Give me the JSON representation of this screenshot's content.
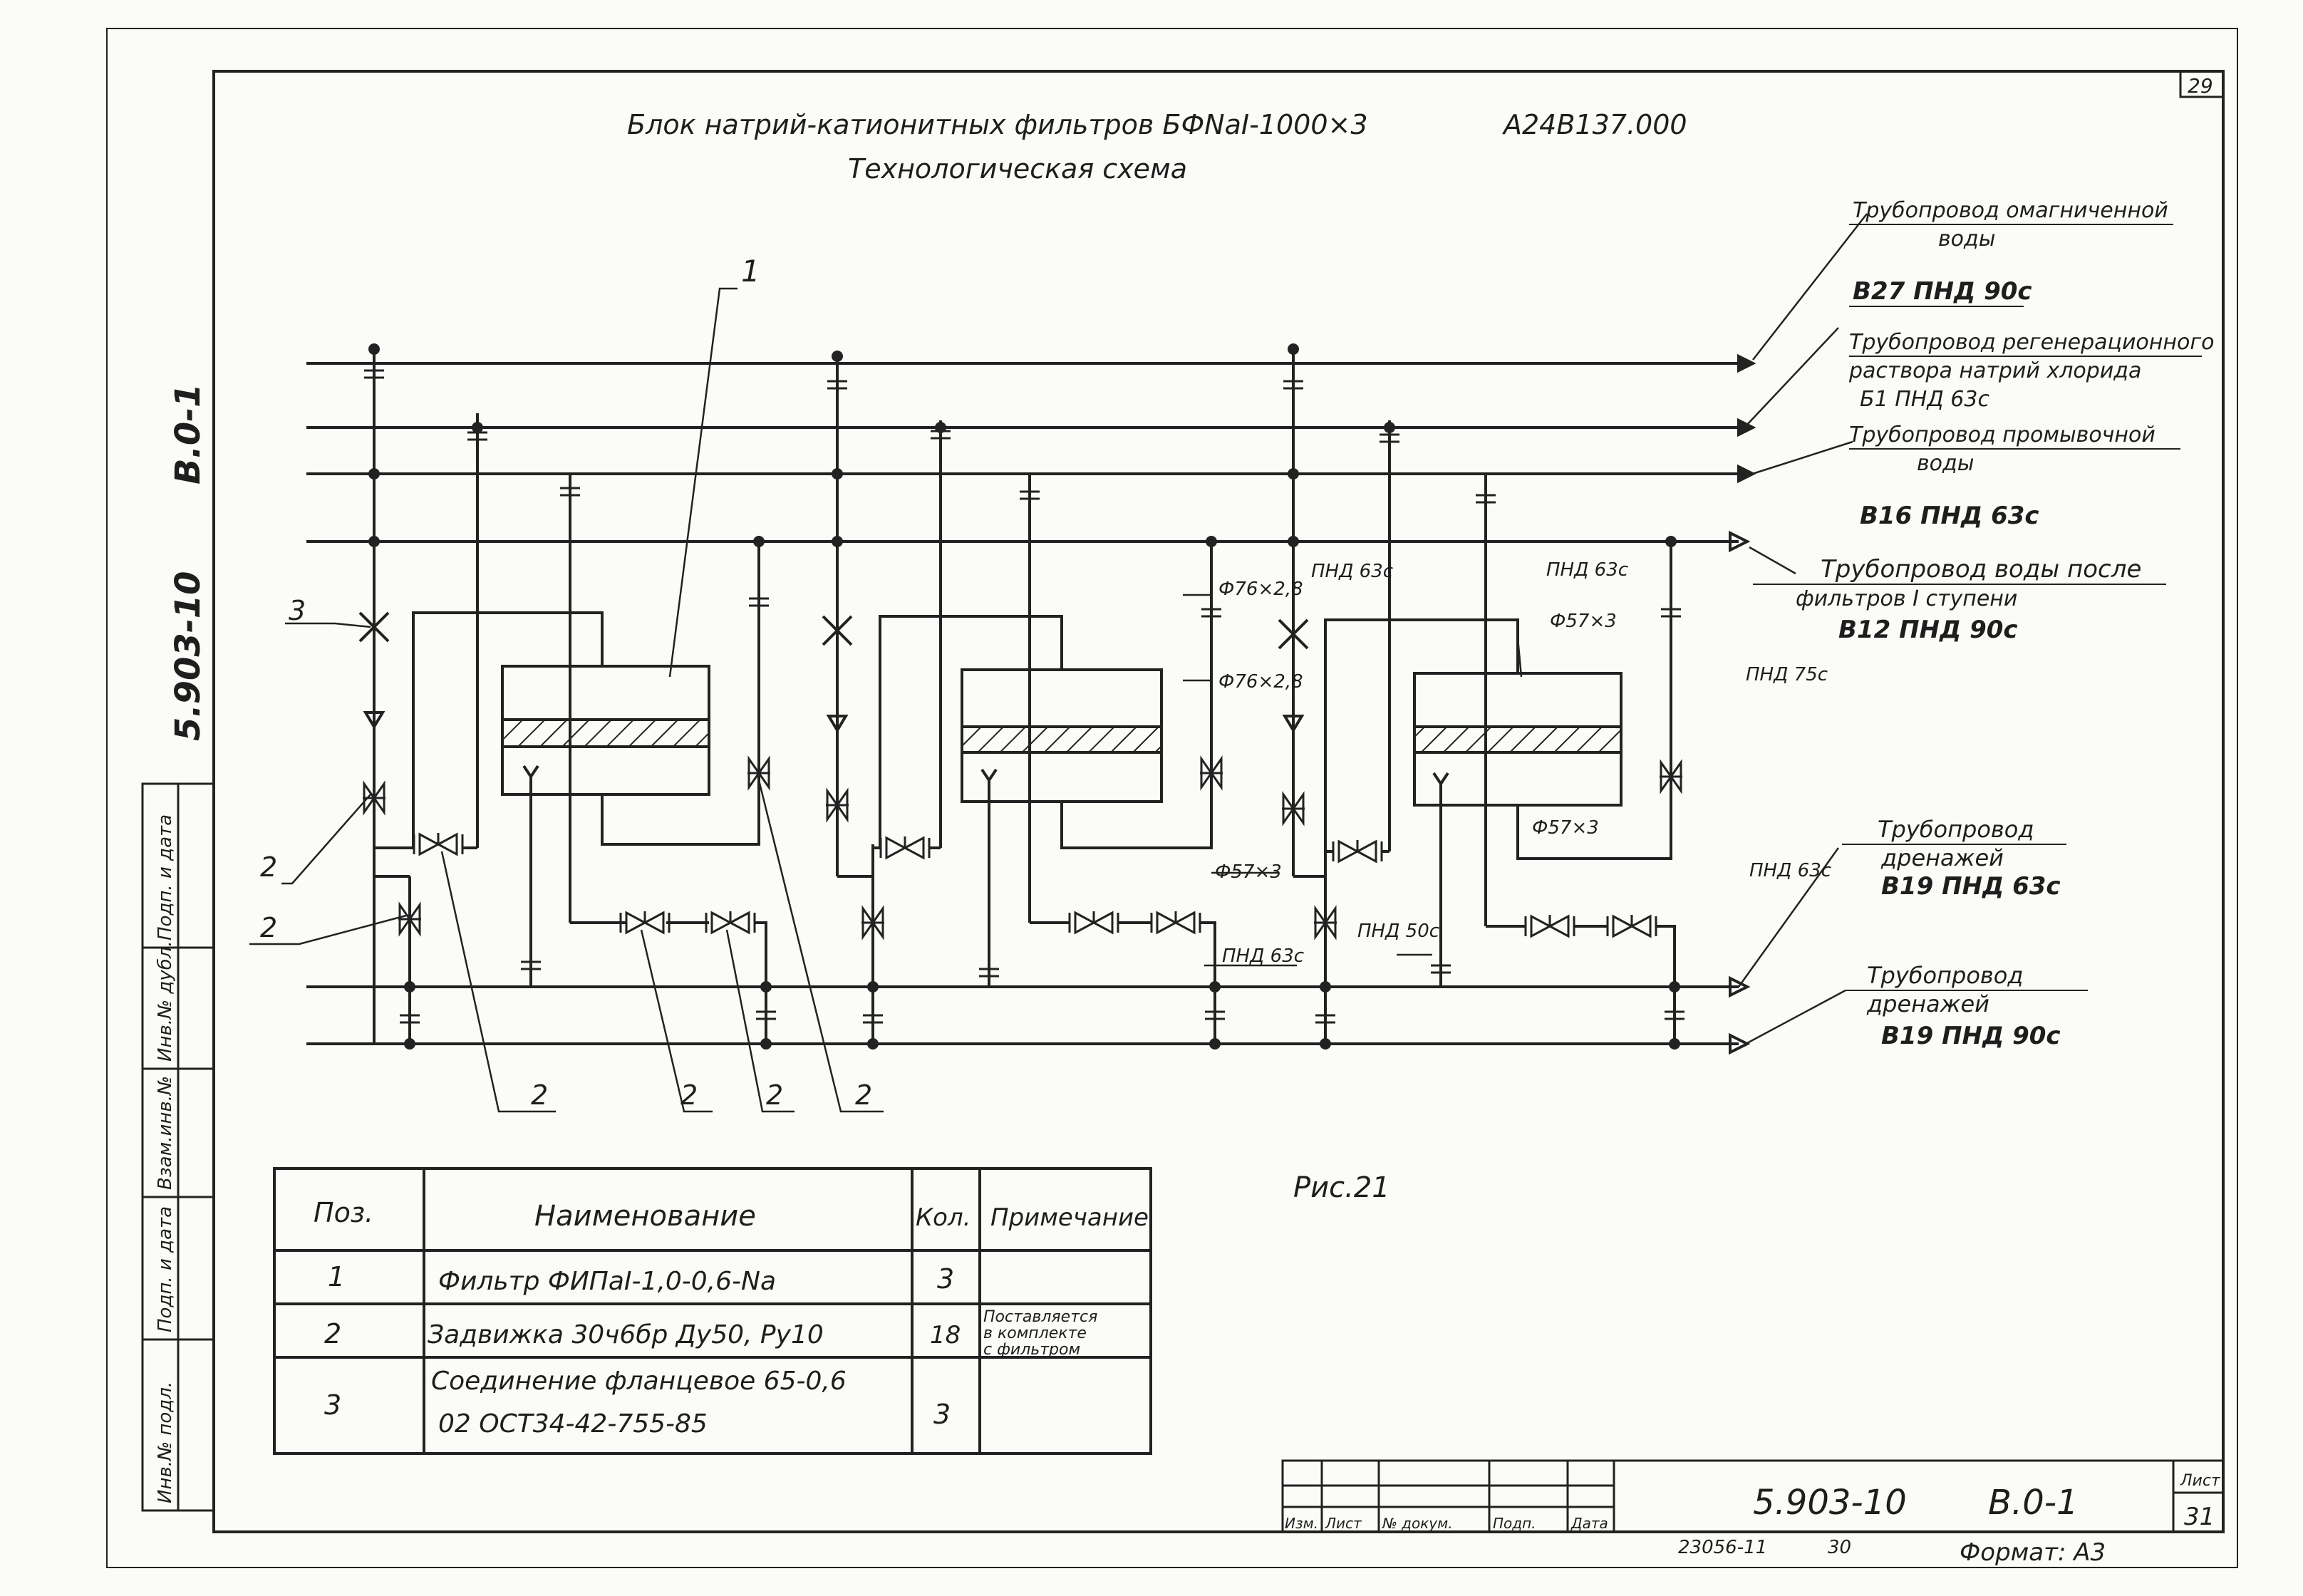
{
  "sheet": {
    "page_number": "29",
    "title_line1": "Блок натрий-катионитных фильтров БФNaI-1000×3",
    "title_code": "А24В137.000",
    "title_line2": "Технологическая схема",
    "figure_caption": "Рис.21",
    "side_series": "5.903-10",
    "side_issue": "В.0-1"
  },
  "pipelines": [
    {
      "name": "Трубопровод омагниченной",
      "name2": "воды",
      "spec": "В27 ПНД 90с"
    },
    {
      "name": "Трубопровод регенерационного",
      "name2": "раствора натрий хлорида",
      "spec": "Б1 ПНД 63с"
    },
    {
      "name": "Трубопровод промывочной",
      "name2": "воды",
      "spec": "В16 ПНД 63с"
    },
    {
      "name": "Трубопровод воды после",
      "name2": "фильтров I ступени",
      "spec": "В12 ПНД 90с"
    },
    {
      "name": "Трубопровод",
      "name2": "дренажей",
      "spec": "В19 ПНД 63с"
    },
    {
      "name": "Трубопровод",
      "name2": "дренажей",
      "spec": "В19 ПНД 90с"
    }
  ],
  "pipe_labels": {
    "d76_top": "Ф76×2,8",
    "d76_mid": "Ф76×2,8",
    "pnd63_a": "ПНД 63с",
    "pnd63_b": "ПНД 63с",
    "d57_top": "Ф57×3",
    "pnd75": "ПНД 75с",
    "d57_bottom": "Ф57×3",
    "d57_left": "Ф57×3",
    "pnd50": "ПНД 50с",
    "pnd63_c": "ПНД 63с",
    "pnd63_d": "ПНД 63с"
  },
  "callouts": {
    "filter": "1",
    "valve_a": "2",
    "valve_b": "2",
    "valve_c": "2",
    "valve_d": "2",
    "valve_e": "2",
    "valve_f": "2",
    "flange": "3"
  },
  "spec_table": {
    "headers": [
      "Поз.",
      "Наименование",
      "Кол.",
      "Примечание"
    ],
    "rows": [
      {
        "pos": "1",
        "name": "Фильтр ФИПаI-1,0-0,6-Na",
        "name2": "",
        "qty": "3",
        "note": "",
        "note2": "",
        "note3": ""
      },
      {
        "pos": "2",
        "name": "Задвижка 30ч6бр Ду50, Ру10",
        "name2": "",
        "qty": "18",
        "note": "Поставляется",
        "note2": "в комплекте",
        "note3": "с фильтром"
      },
      {
        "pos": "3",
        "name": "Соединение фланцевое 65-0,6",
        "name2": "02 ОСТ34-42-755-85",
        "qty": "3",
        "note": "",
        "note2": "",
        "note3": ""
      }
    ]
  },
  "side_stamp": [
    "Инв.№ подл.",
    "Подп. и дата",
    "Взам.инв.№",
    "Инв.№ дубл.",
    "Подп. и дата"
  ],
  "title_block": {
    "col_labels": [
      "Изм.",
      "Лист",
      "№ докум.",
      "Подп.",
      "Дата"
    ],
    "doc_code": "5.903-10",
    "issue": "В.0-1",
    "sheet_label": "Лист",
    "sheet_no": "31",
    "order_no": "23056-11",
    "copy_no": "30",
    "format": "Формат: А3"
  }
}
